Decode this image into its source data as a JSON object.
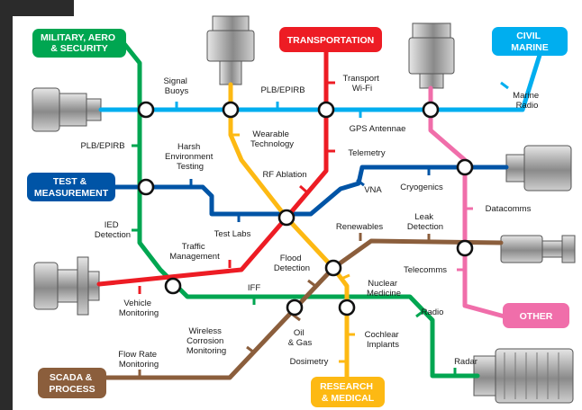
{
  "lines": {
    "military": {
      "label": [
        "MILITARY, AERO",
        "& SECURITY"
      ],
      "color": "#00a651"
    },
    "transportation": {
      "label": [
        "TRANSPORTATION"
      ],
      "color": "#ed1c24"
    },
    "civil_marine": {
      "label": [
        "CIVIL",
        "MARINE"
      ],
      "color": "#00aeef"
    },
    "test_measurement": {
      "label": [
        "TEST &",
        "MEASUREMENT"
      ],
      "color": "#0054a6"
    },
    "other": {
      "label": [
        "OTHER"
      ],
      "color": "#f06eaa"
    },
    "scada": {
      "label": [
        "SCADA &",
        "PROCESS"
      ],
      "color": "#8b5e3c"
    },
    "research": {
      "label": [
        "RESEARCH",
        "& MEDICAL"
      ],
      "color": "#fdb913"
    }
  },
  "stations": {
    "signal_buoys": [
      "Signal",
      "Buoys"
    ],
    "plb_epirb_top": [
      "PLB/EPIRB"
    ],
    "transport_wifi": [
      "Transport",
      "Wi-Fi"
    ],
    "marine_radio": [
      "Marine",
      "Radio"
    ],
    "gps_antennae": [
      "GPS Antennae"
    ],
    "wearable_technology": [
      "Wearable",
      "Technology"
    ],
    "telemetry": [
      "Telemetry"
    ],
    "plb_epirb_left": [
      "PLB/EPIRB"
    ],
    "harsh_environment_testing": [
      "Harsh",
      "Environment",
      "Testing"
    ],
    "rf_ablation": [
      "RF Ablation"
    ],
    "cryogenics": [
      "Cryogenics"
    ],
    "vna": [
      "VNA"
    ],
    "datacomms": [
      "Datacomms"
    ],
    "ied_detection": [
      "IED",
      "Detection"
    ],
    "test_labs": [
      "Test Labs"
    ],
    "renewables": [
      "Renewables"
    ],
    "leak_detection": [
      "Leak",
      "Detection"
    ],
    "traffic_management": [
      "Traffic",
      "Management"
    ],
    "flood_detection": [
      "Flood",
      "Detection"
    ],
    "telecomms": [
      "Telecomms"
    ],
    "nuclear_medicine": [
      "Nuclear",
      "Medicine"
    ],
    "vehicle_monitoring": [
      "Vehicle",
      "Monitoring"
    ],
    "iff": [
      "IFF"
    ],
    "radio": [
      "Radio"
    ],
    "wireless_corrosion_monitoring": [
      "Wireless",
      "Corrosion",
      "Monitoring"
    ],
    "oil_gas": [
      "Oil",
      "& Gas"
    ],
    "cochlear_implants": [
      "Cochlear",
      "Implants"
    ],
    "flow_rate_monitoring": [
      "Flow Rate",
      "Monitoring"
    ],
    "dosimetry": [
      "Dosimetry"
    ],
    "radar": [
      "Radar"
    ]
  }
}
